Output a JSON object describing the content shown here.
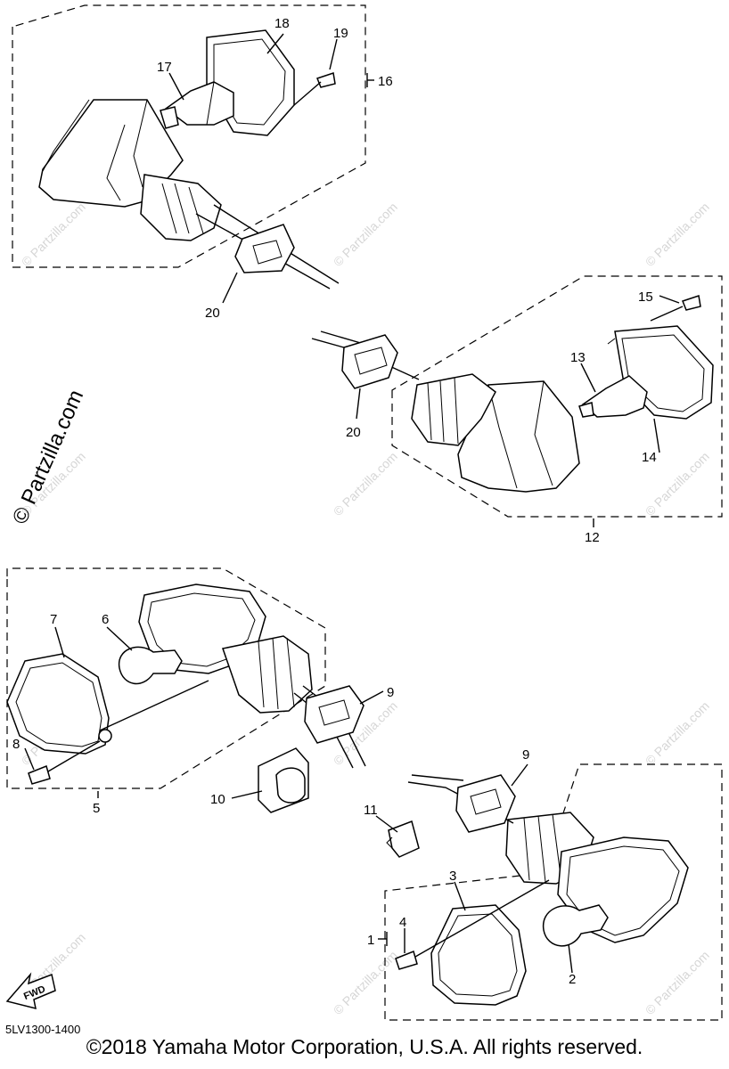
{
  "watermark": "© Partzilla.com",
  "diagram_code": "5LV1300-1400",
  "fwd_label": "FWD",
  "copyright": "©2018 Yamaha Motor Corporation, U.S.A. All rights reserved.",
  "callouts": {
    "c1": "1",
    "c2": "2",
    "c3": "3",
    "c4": "4",
    "c5": "5",
    "c6": "6",
    "c7": "7",
    "c8": "8",
    "c9a": "9",
    "c9b": "9",
    "c10": "10",
    "c11": "11",
    "c12": "12",
    "c13": "13",
    "c14": "14",
    "c15": "15",
    "c16": "16",
    "c17": "17",
    "c18": "18",
    "c19": "19",
    "c20a": "20",
    "c20b": "20"
  }
}
